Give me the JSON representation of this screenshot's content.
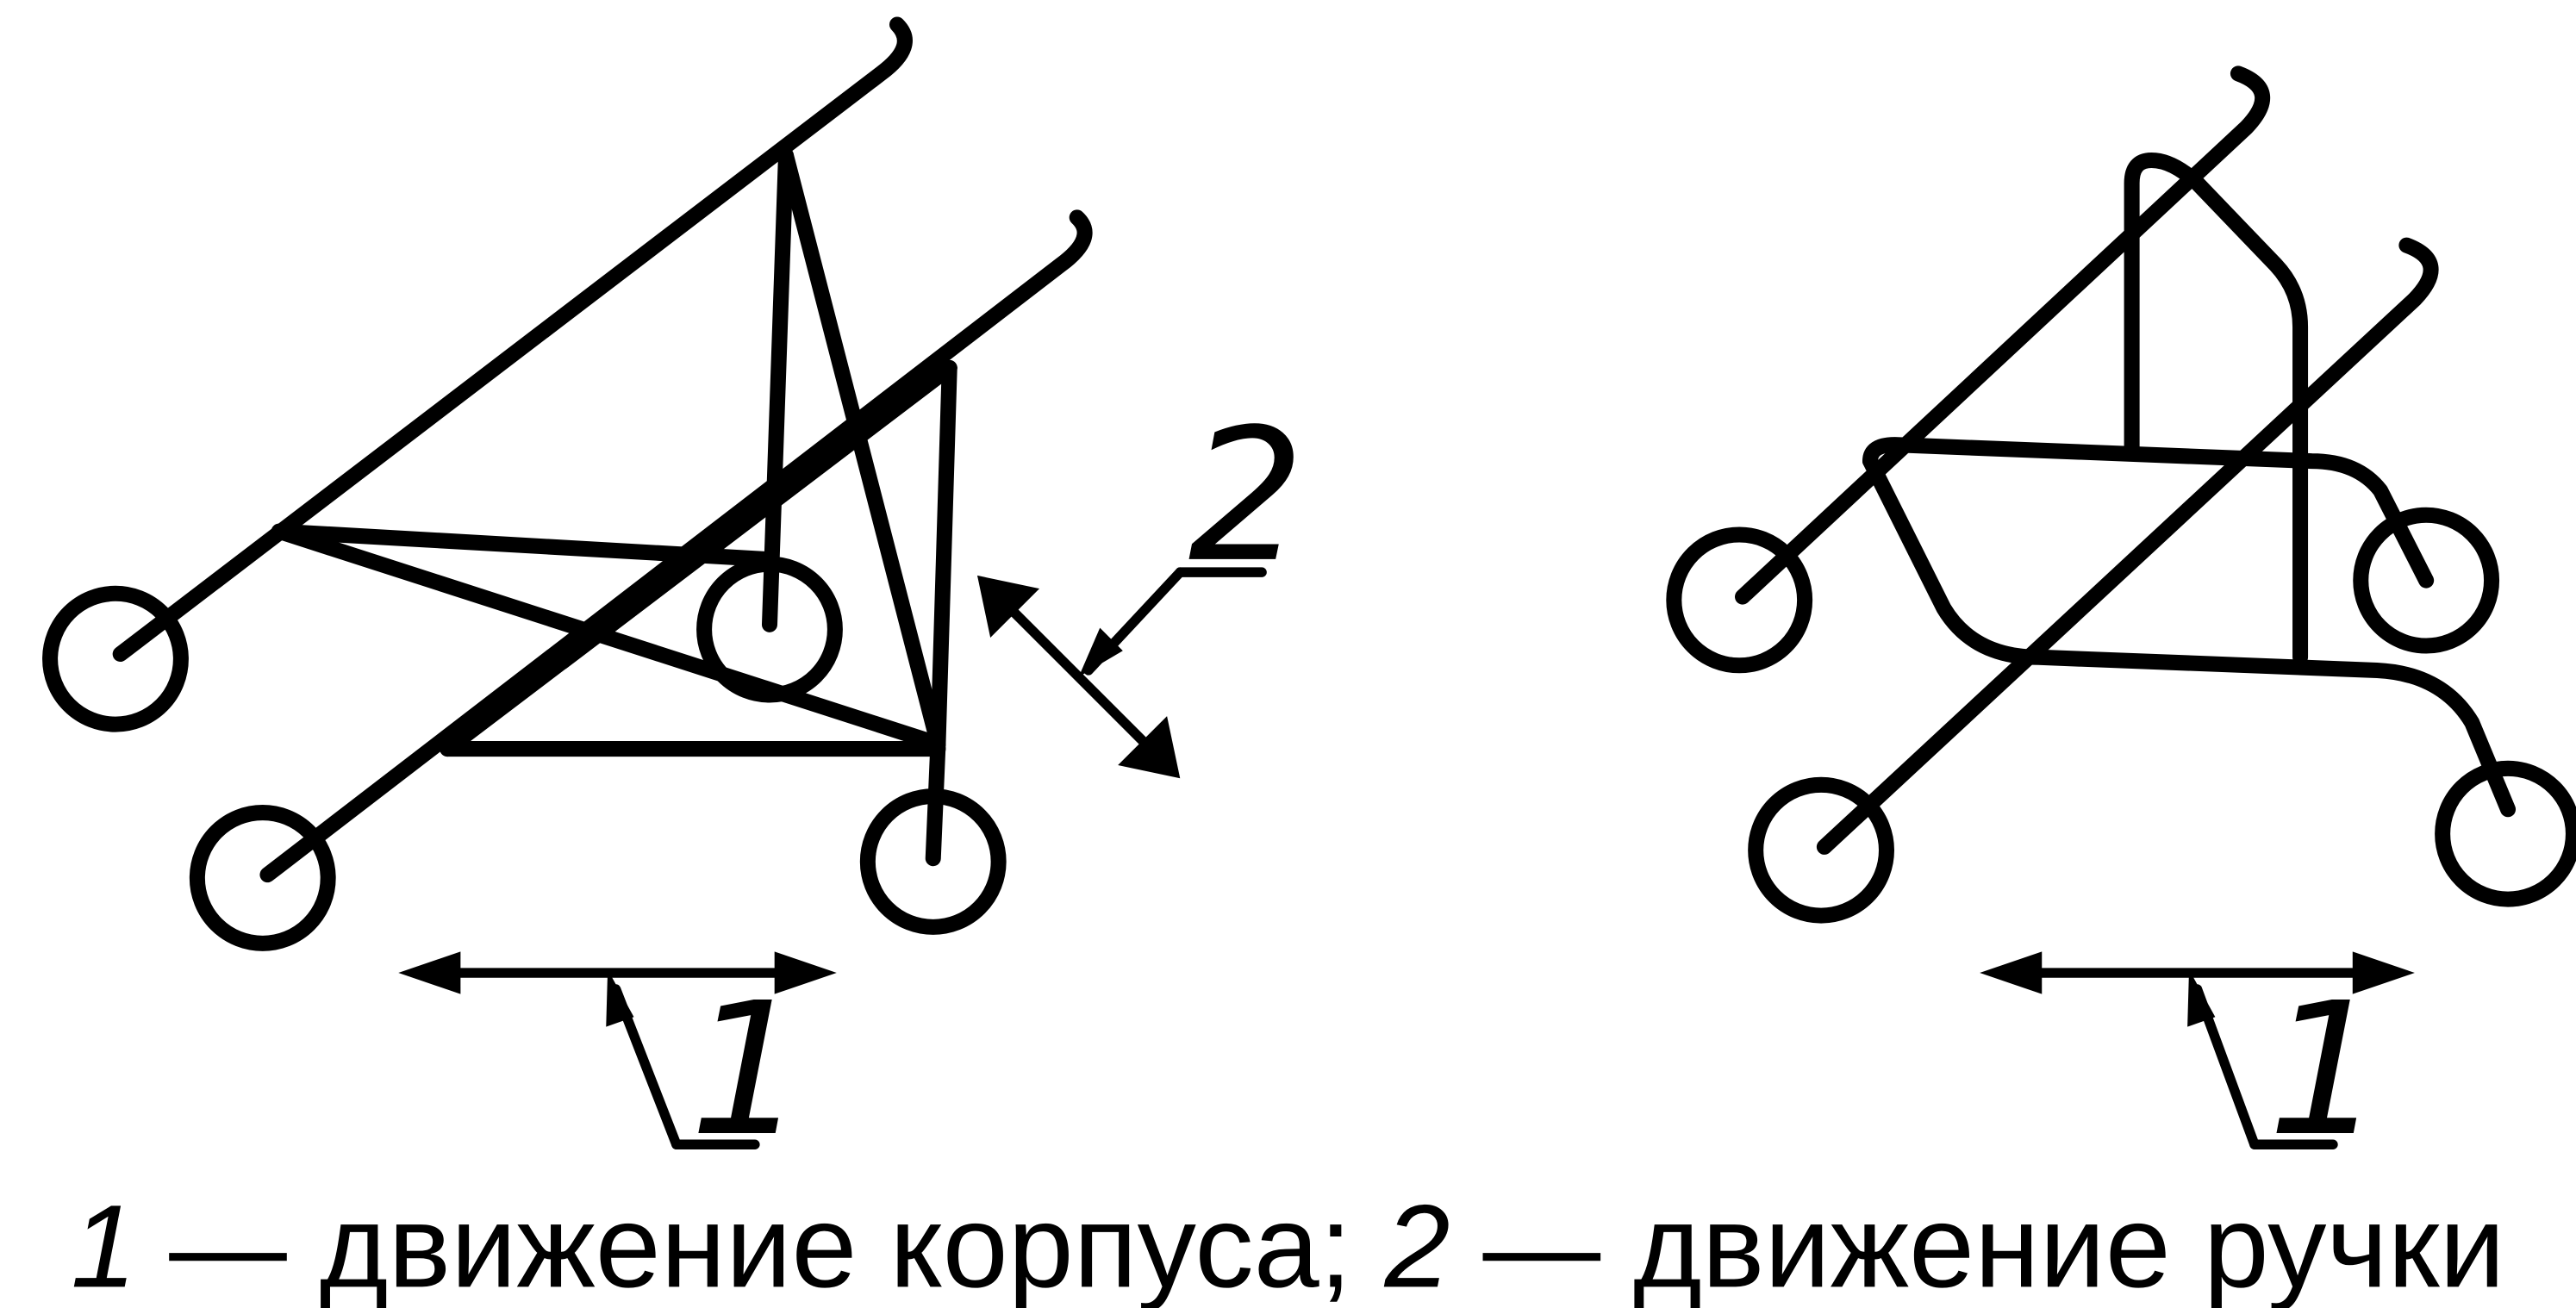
{
  "diagram": {
    "left_view": {
      "callout_body_label": "1",
      "callout_handle_label": "2"
    },
    "right_view": {
      "callout_body_label": "1"
    },
    "caption": {
      "part1_number": "1",
      "part1_text": " — движение корпуса; ",
      "part2_number": "2",
      "part2_text": " — движение ручки"
    }
  }
}
